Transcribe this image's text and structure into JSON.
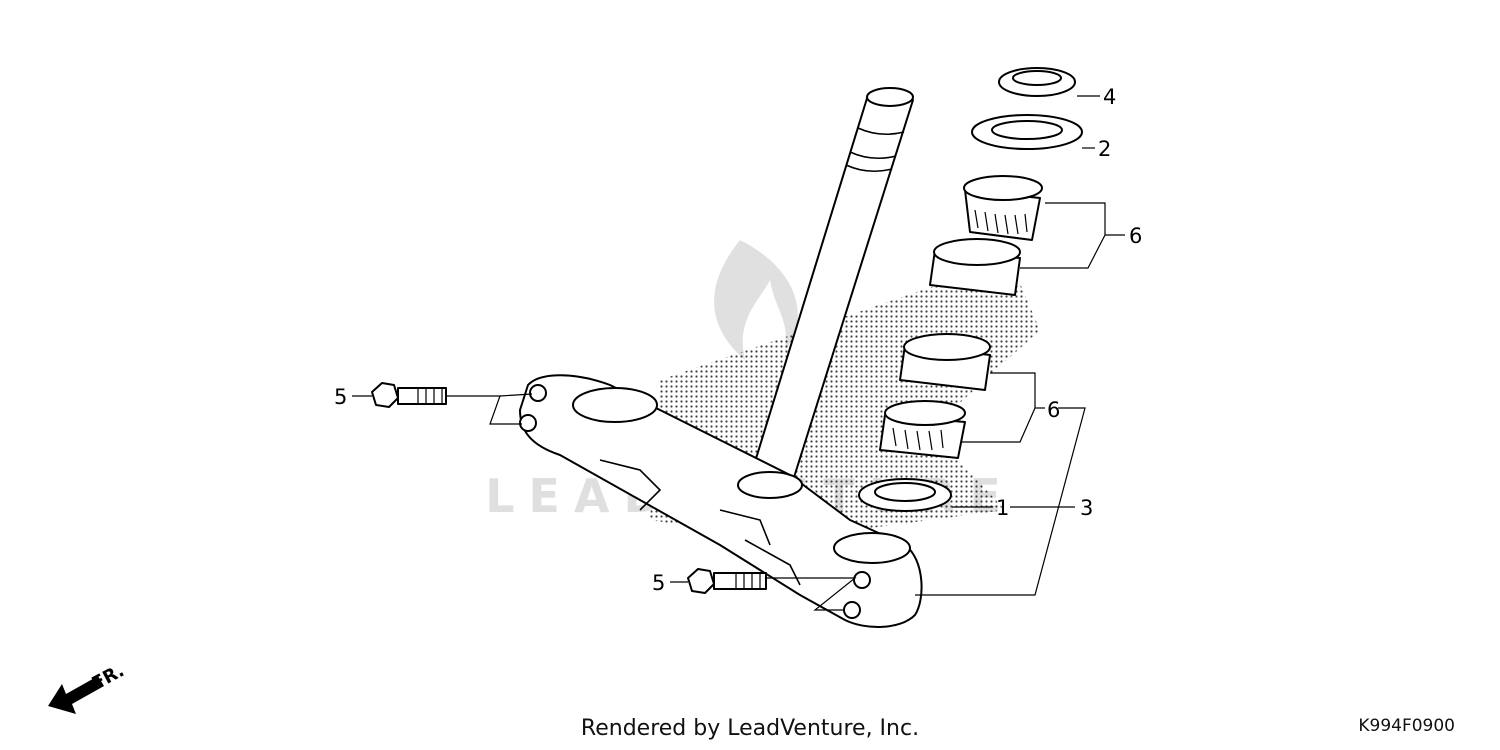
{
  "callouts": {
    "c4": "4",
    "c2": "2",
    "c6_top": "6",
    "c6_mid": "6",
    "c1": "1",
    "c3": "3",
    "c5_top": "5",
    "c5_bottom": "5"
  },
  "watermark": "LEADVENTURE",
  "front_indicator": "FR.",
  "footer": {
    "credit": "Rendered by LeadVenture, Inc.",
    "diagram_code": "K994F0900"
  }
}
